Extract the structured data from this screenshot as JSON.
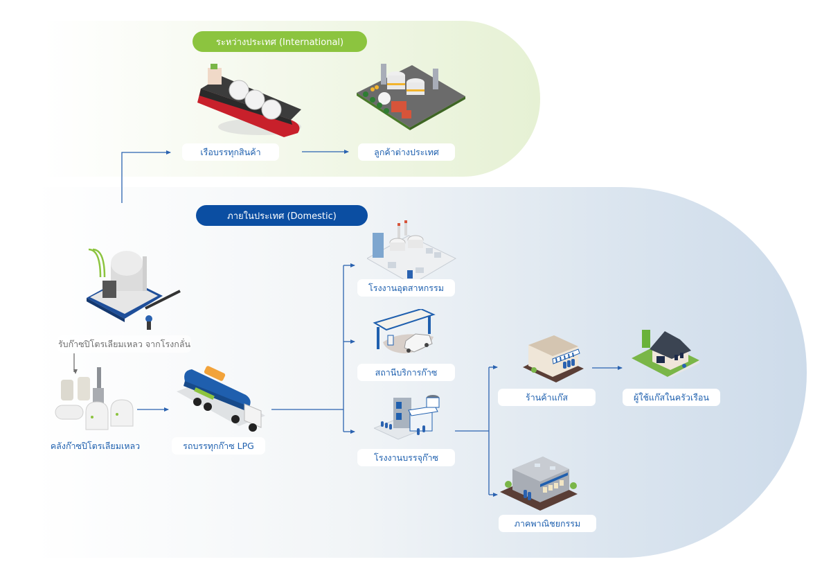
{
  "sections": {
    "international": {
      "title": "ระหว่างประเทศ (International)",
      "color": "#8cc43f"
    },
    "domestic": {
      "title": "ภายในประเทศ (Domestic)",
      "color": "#0b4ea2"
    }
  },
  "nodes": {
    "cargo_ship": {
      "label": "เรือบรรทุกสินค้า",
      "icon": "lpg-carrier-ship-icon"
    },
    "foreign_customer": {
      "label": "ลูกค้าต่างประเทศ",
      "icon": "refinery-plant-icon"
    },
    "refinery_intake": {
      "label": "รับก๊าซปิโตรเลียมเหลว จากโรงกลั่น",
      "icon": "gas-refinery-icon"
    },
    "lpg_terminal": {
      "label": "คลังก๊าซปิโตรเลียมเหลว",
      "icon": "lpg-storage-tanks-icon"
    },
    "lpg_truck": {
      "label": "รถบรรทุกก๊าซ LPG",
      "icon": "lpg-tanker-truck-icon"
    },
    "industrial_plant": {
      "label": "โรงงานอุตสาหกรรม",
      "icon": "industrial-factory-icon"
    },
    "gas_station": {
      "label": "สถานีบริการก๊าซ",
      "icon": "gas-station-icon"
    },
    "bottling_plant": {
      "label": "โรงงานบรรจุก๊าซ",
      "icon": "bottling-plant-icon"
    },
    "gas_shop": {
      "label": "ร้านค้าแก๊ส",
      "icon": "gas-shop-icon"
    },
    "household": {
      "label": "ผู้ใช้แก๊สในครัวเรือน",
      "icon": "house-icon"
    },
    "commercial": {
      "label": "ภาคพาณิชยกรรม",
      "icon": "commercial-building-icon"
    }
  },
  "flows": [
    [
      "refinery_intake",
      "cargo_ship"
    ],
    [
      "cargo_ship",
      "foreign_customer"
    ],
    [
      "refinery_intake",
      "lpg_terminal"
    ],
    [
      "lpg_terminal",
      "lpg_truck"
    ],
    [
      "lpg_truck",
      "industrial_plant"
    ],
    [
      "lpg_truck",
      "gas_station"
    ],
    [
      "lpg_truck",
      "bottling_plant"
    ],
    [
      "bottling_plant",
      "gas_shop"
    ],
    [
      "bottling_plant",
      "commercial"
    ],
    [
      "gas_shop",
      "household"
    ]
  ],
  "colors": {
    "arrow": "#2a62b0",
    "arrow_grey": "#6e6e6e",
    "label_text": "#1d5fae"
  }
}
